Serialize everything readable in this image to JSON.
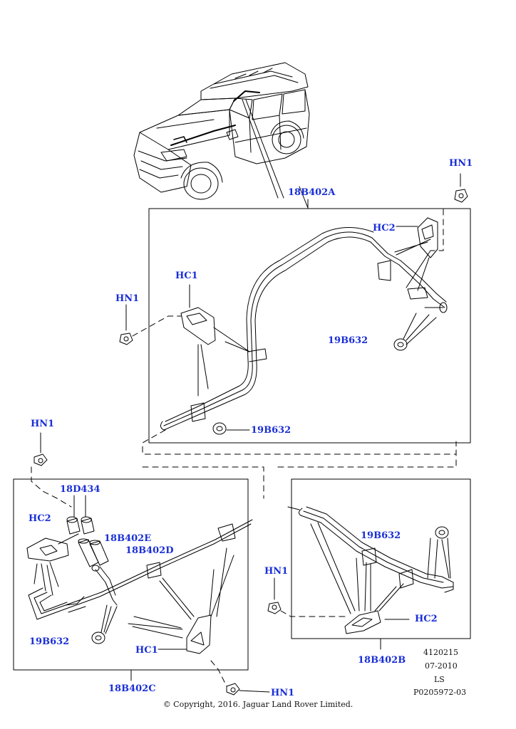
{
  "labels": {
    "hn1_top_right": "HN1",
    "b402a": "18B402A",
    "hc2_a": "HC2",
    "hc1_a": "HC1",
    "hn1_left": "HN1",
    "b632_a_right": "19B632",
    "b632_a_bottom": "19B632",
    "hn1_lower_left": "HN1",
    "d434": "18D434",
    "hc2_c": "HC2",
    "b402e": "18B402E",
    "b402d": "18B402D",
    "b632_c": "19B632",
    "hc1_c": "HC1",
    "b402c": "18B402C",
    "hn1_bottom": "HN1",
    "hn1_mid": "HN1",
    "b632_b": "19B632",
    "hc2_b": "HC2",
    "b402b": "18B402B"
  },
  "meta": {
    "id": "4120215",
    "date": "07-2010",
    "code": "LS",
    "ref": "P0205972-03"
  },
  "copyright": "© Copyright, 2016. Jaguar Land Rover Limited.",
  "colors": {
    "label": "#1a2fd6",
    "line": "#000000"
  }
}
